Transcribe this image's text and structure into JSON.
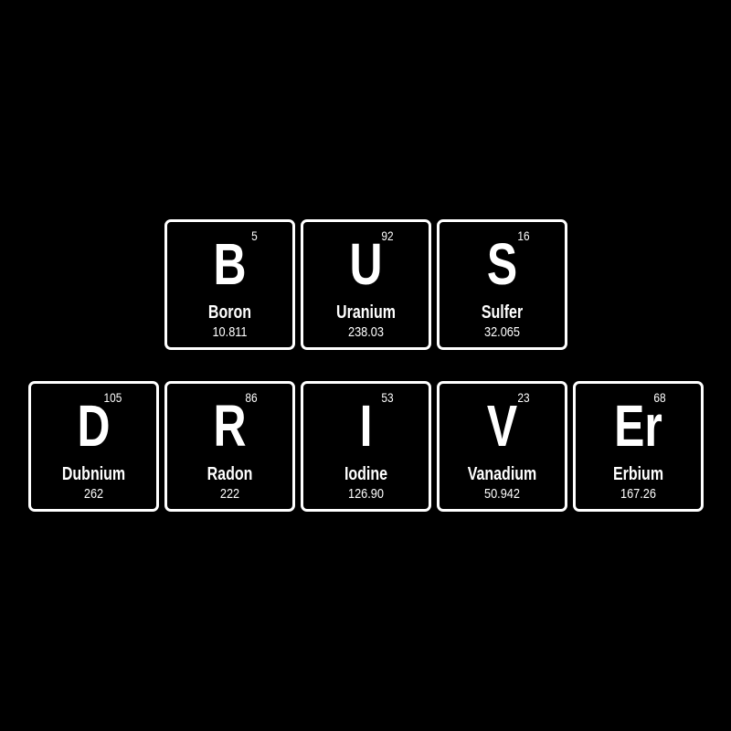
{
  "background_color": "#000000",
  "foreground_color": "#ffffff",
  "rows": [
    {
      "word": "BUS",
      "tiles": [
        {
          "symbol": "B",
          "number": "5",
          "name": "Boron",
          "mass": "10.811"
        },
        {
          "symbol": "U",
          "number": "92",
          "name": "Uranium",
          "mass": "238.03"
        },
        {
          "symbol": "S",
          "number": "16",
          "name": "Sulfer",
          "mass": "32.065"
        }
      ]
    },
    {
      "word": "DRIVEr",
      "tiles": [
        {
          "symbol": "D",
          "number": "105",
          "name": "Dubnium",
          "mass": "262"
        },
        {
          "symbol": "R",
          "number": "86",
          "name": "Radon",
          "mass": "222"
        },
        {
          "symbol": "I",
          "number": "53",
          "name": "Iodine",
          "mass": "126.90"
        },
        {
          "symbol": "V",
          "number": "23",
          "name": "Vanadium",
          "mass": "50.942"
        },
        {
          "symbol": "Er",
          "number": "68",
          "name": "Erbium",
          "mass": "167.26"
        }
      ]
    }
  ]
}
